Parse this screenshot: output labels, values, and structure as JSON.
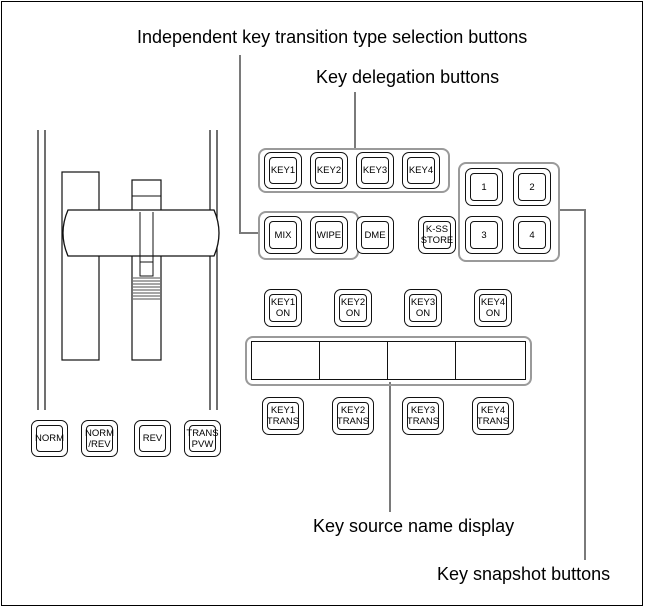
{
  "callouts": {
    "independent_key_transition": "Independent key transition type selection buttons",
    "key_delegation": "Key delegation buttons",
    "key_source_name_display": "Key source name display",
    "key_snapshot": "Key snapshot buttons"
  },
  "fader_buttons": [
    "NORM",
    "NORM\n/REV",
    "REV",
    "TRANS\nPVW"
  ],
  "key_delegation_buttons": [
    "KEY1",
    "KEY2",
    "KEY3",
    "KEY4"
  ],
  "transition_type_buttons": [
    "MIX",
    "WIPE",
    "DME"
  ],
  "kss_store_button": "K-SS\nSTORE",
  "snapshot_buttons": [
    "1",
    "2",
    "3",
    "4"
  ],
  "key_on_buttons": [
    "KEY1\nON",
    "KEY2\nON",
    "KEY3\nON",
    "KEY4\nON"
  ],
  "key_trans_buttons": [
    "KEY1\nTRANS",
    "KEY2\nTRANS",
    "KEY3\nTRANS",
    "KEY4\nTRANS"
  ]
}
